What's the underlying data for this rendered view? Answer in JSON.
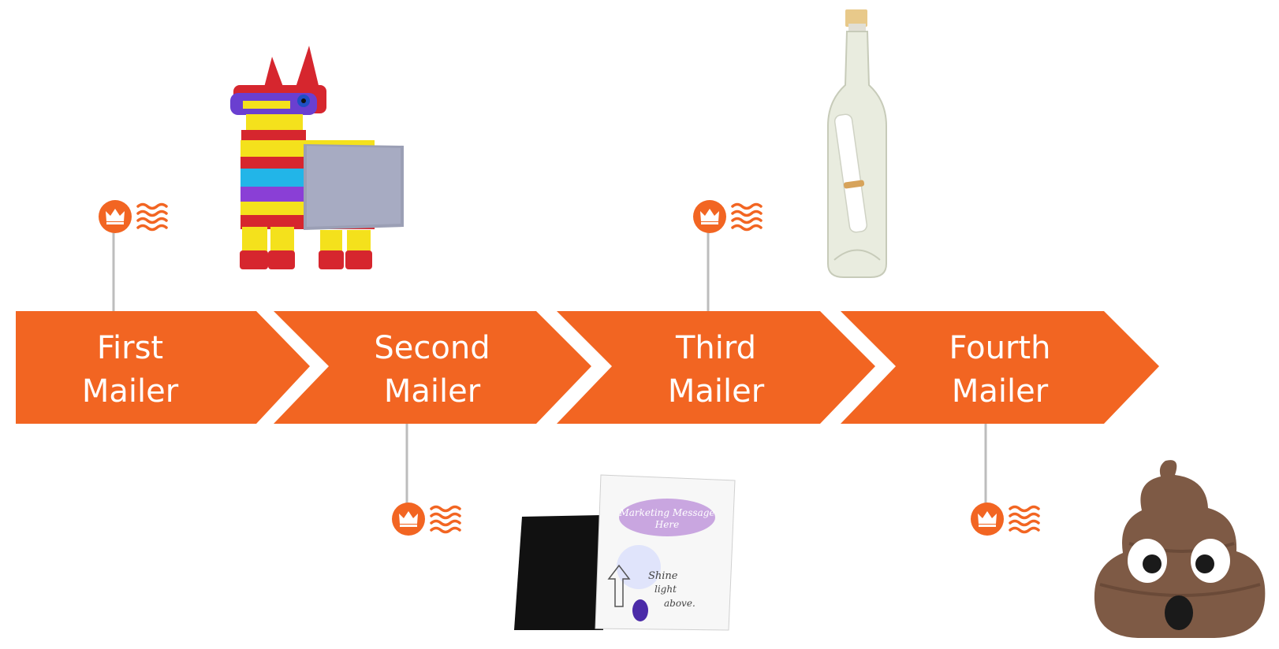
{
  "colors": {
    "accent": "#f26522",
    "connector": "#bdbdbd",
    "text_on_accent": "#ffffff"
  },
  "steps": [
    {
      "line1": "First",
      "line2": "Mailer",
      "marker": "above",
      "item": "pinata"
    },
    {
      "line1": "Second",
      "line2": "Mailer",
      "marker": "below",
      "item": "blacklight-card"
    },
    {
      "line1": "Third",
      "line2": "Mailer",
      "marker": "above",
      "item": "message-bottle"
    },
    {
      "line1": "Fourth",
      "line2": "Mailer",
      "marker": "below",
      "item": "poop-emoji"
    }
  ],
  "marker_icon": "crown-postmark-icon",
  "card": {
    "oval_line1": "Marketing Message",
    "oval_line2": "Here",
    "hand_line1": "Shine",
    "hand_line2": "light",
    "hand_line3": "above."
  }
}
